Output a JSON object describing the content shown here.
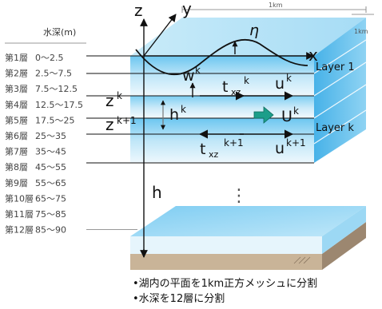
{
  "header": {
    "depth_label": "水深(m)"
  },
  "layers": [
    {
      "name": "第1層",
      "range": "0～2.5"
    },
    {
      "name": "第2層",
      "range": "2.5～7.5"
    },
    {
      "name": "第3層",
      "range": "7.5～12.5"
    },
    {
      "name": "第4層",
      "range": "12.5～17.5"
    },
    {
      "name": "第5層",
      "range": "17.5～25"
    },
    {
      "name": "第6層",
      "range": "25～35"
    },
    {
      "name": "第7層",
      "range": "35～45"
    },
    {
      "name": "第8層",
      "range": "45～55"
    },
    {
      "name": "第9層",
      "range": "55～65"
    },
    {
      "name": "第10層",
      "range": "65～75"
    },
    {
      "name": "第11層",
      "range": "75～85"
    },
    {
      "name": "第12層",
      "range": "85～90"
    }
  ],
  "axes": {
    "z": "z",
    "y": "y",
    "x": "x",
    "h": "h",
    "eta": "η"
  },
  "scale": {
    "top": "1km",
    "side": "1km"
  },
  "symbols": {
    "w_base": "w",
    "w_sup": "k",
    "t_base": "t",
    "t_sub": "xz",
    "t_sup_k": "k",
    "t_sup_k1": "k+1",
    "u_base": "u",
    "u_sup_k": "k",
    "u_sup_k1": "k+1",
    "U_base": "U",
    "U_sup": "k",
    "z_base": "z",
    "zk_sup": "k",
    "zk1_sup": "k+1",
    "h_base": "h",
    "h_sup": "k"
  },
  "layer_labels": {
    "layer1": "Layer 1",
    "layerk": "Layer k"
  },
  "ellipsis": "⋮",
  "notes": [
    "•湖内の平面を1km正方メッシュに分割",
    "•水深を12層に分割"
  ],
  "colors": {
    "water_light": "#d6eefa",
    "water_mid": "#8fd2f2",
    "water_dark": "#3fb0e8",
    "ground": "#b8a48a",
    "arrow_green": "#1c9e8a",
    "line": "#111111",
    "label_gray": "#444444"
  }
}
